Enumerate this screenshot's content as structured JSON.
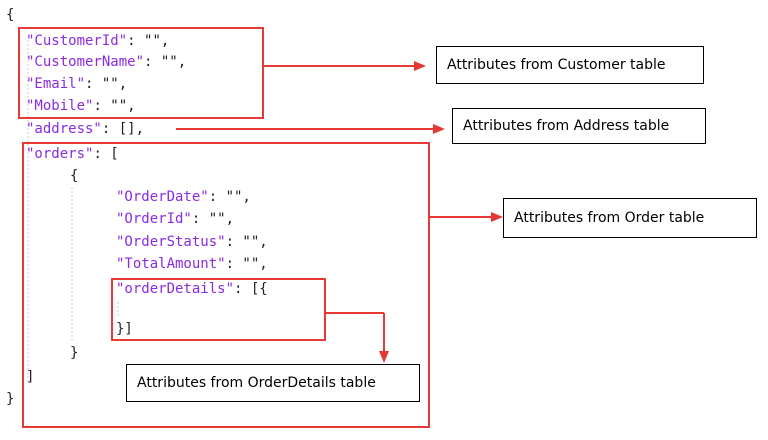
{
  "code": {
    "open_brace": "{",
    "close_brace": "}",
    "customer_id_key": "\"CustomerId\"",
    "customer_id_rest": ": \"\",",
    "customer_name_key": "\"CustomerName\"",
    "customer_name_rest": ": \"\",",
    "email_key": "\"Email\"",
    "email_rest": ": \"\",",
    "mobile_key": "\"Mobile\"",
    "mobile_rest": ": \"\",",
    "address_key": "\"address\"",
    "address_rest": ": [],",
    "orders_key": "\"orders\"",
    "orders_rest": ": [",
    "orders_open": "{",
    "order_date_key": "\"OrderDate\"",
    "order_date_rest": ": \"\",",
    "order_id_key": "\"OrderId\"",
    "order_id_rest": ": \"\",",
    "order_status_key": "\"OrderStatus\"",
    "order_status_rest": ": \"\",",
    "total_amount_key": "\"TotalAmount\"",
    "total_amount_rest": ": \"\",",
    "order_details_key": "\"orderDetails\"",
    "order_details_rest": ": [{",
    "order_details_close": "}]",
    "orders_close_brace": "}",
    "orders_close_bracket": "]"
  },
  "labels": {
    "customer": "Attributes from Customer table",
    "address": "Attributes from Address table",
    "order": "Attributes from Order table",
    "order_details": "Attributes from OrderDetails table"
  },
  "colors": {
    "key": "#8a2be2",
    "highlight": "#e53935",
    "text": "#1f1f1f"
  }
}
